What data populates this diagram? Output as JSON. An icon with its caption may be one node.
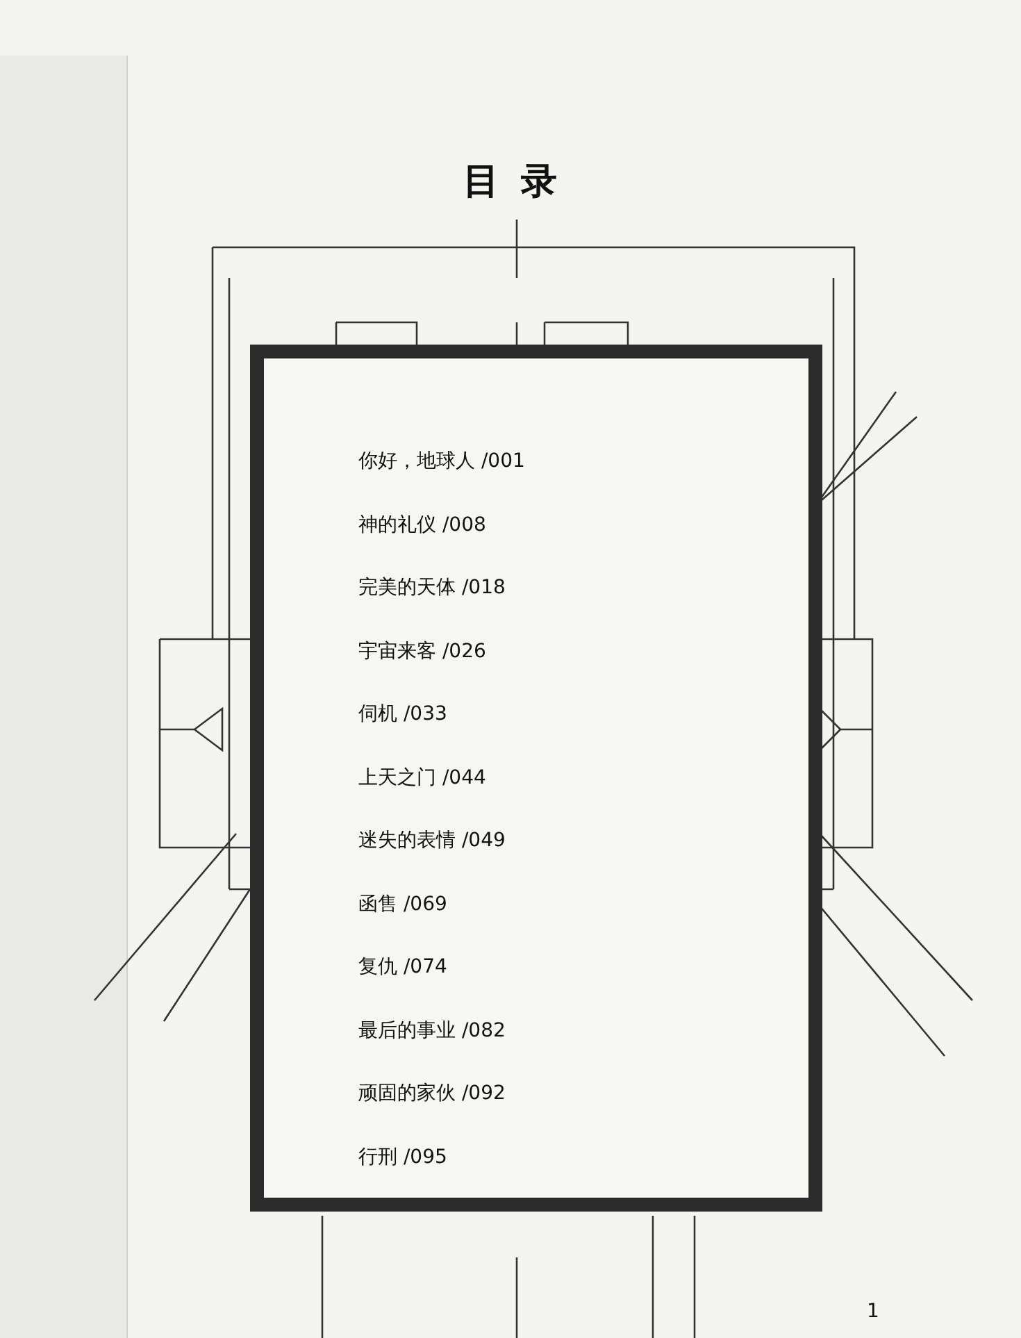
{
  "diagram": {
    "title": "目录",
    "nodes": [
      {
        "text": [
          "你好，地球人 /001",
          "神的礼仪 /008",
          "完美的天体 /018",
          "宇宙来客 /026",
          "伺机 /033",
          "上天之门 /044",
          "迷失的表情 /049",
          "函售 /069",
          "复仇 /074",
          "最后的事业 /082",
          "顽固的家伙 /092",
          "行刑 /095"
        ]
      }
    ],
    "labels": [
      "1"
    ]
  }
}
